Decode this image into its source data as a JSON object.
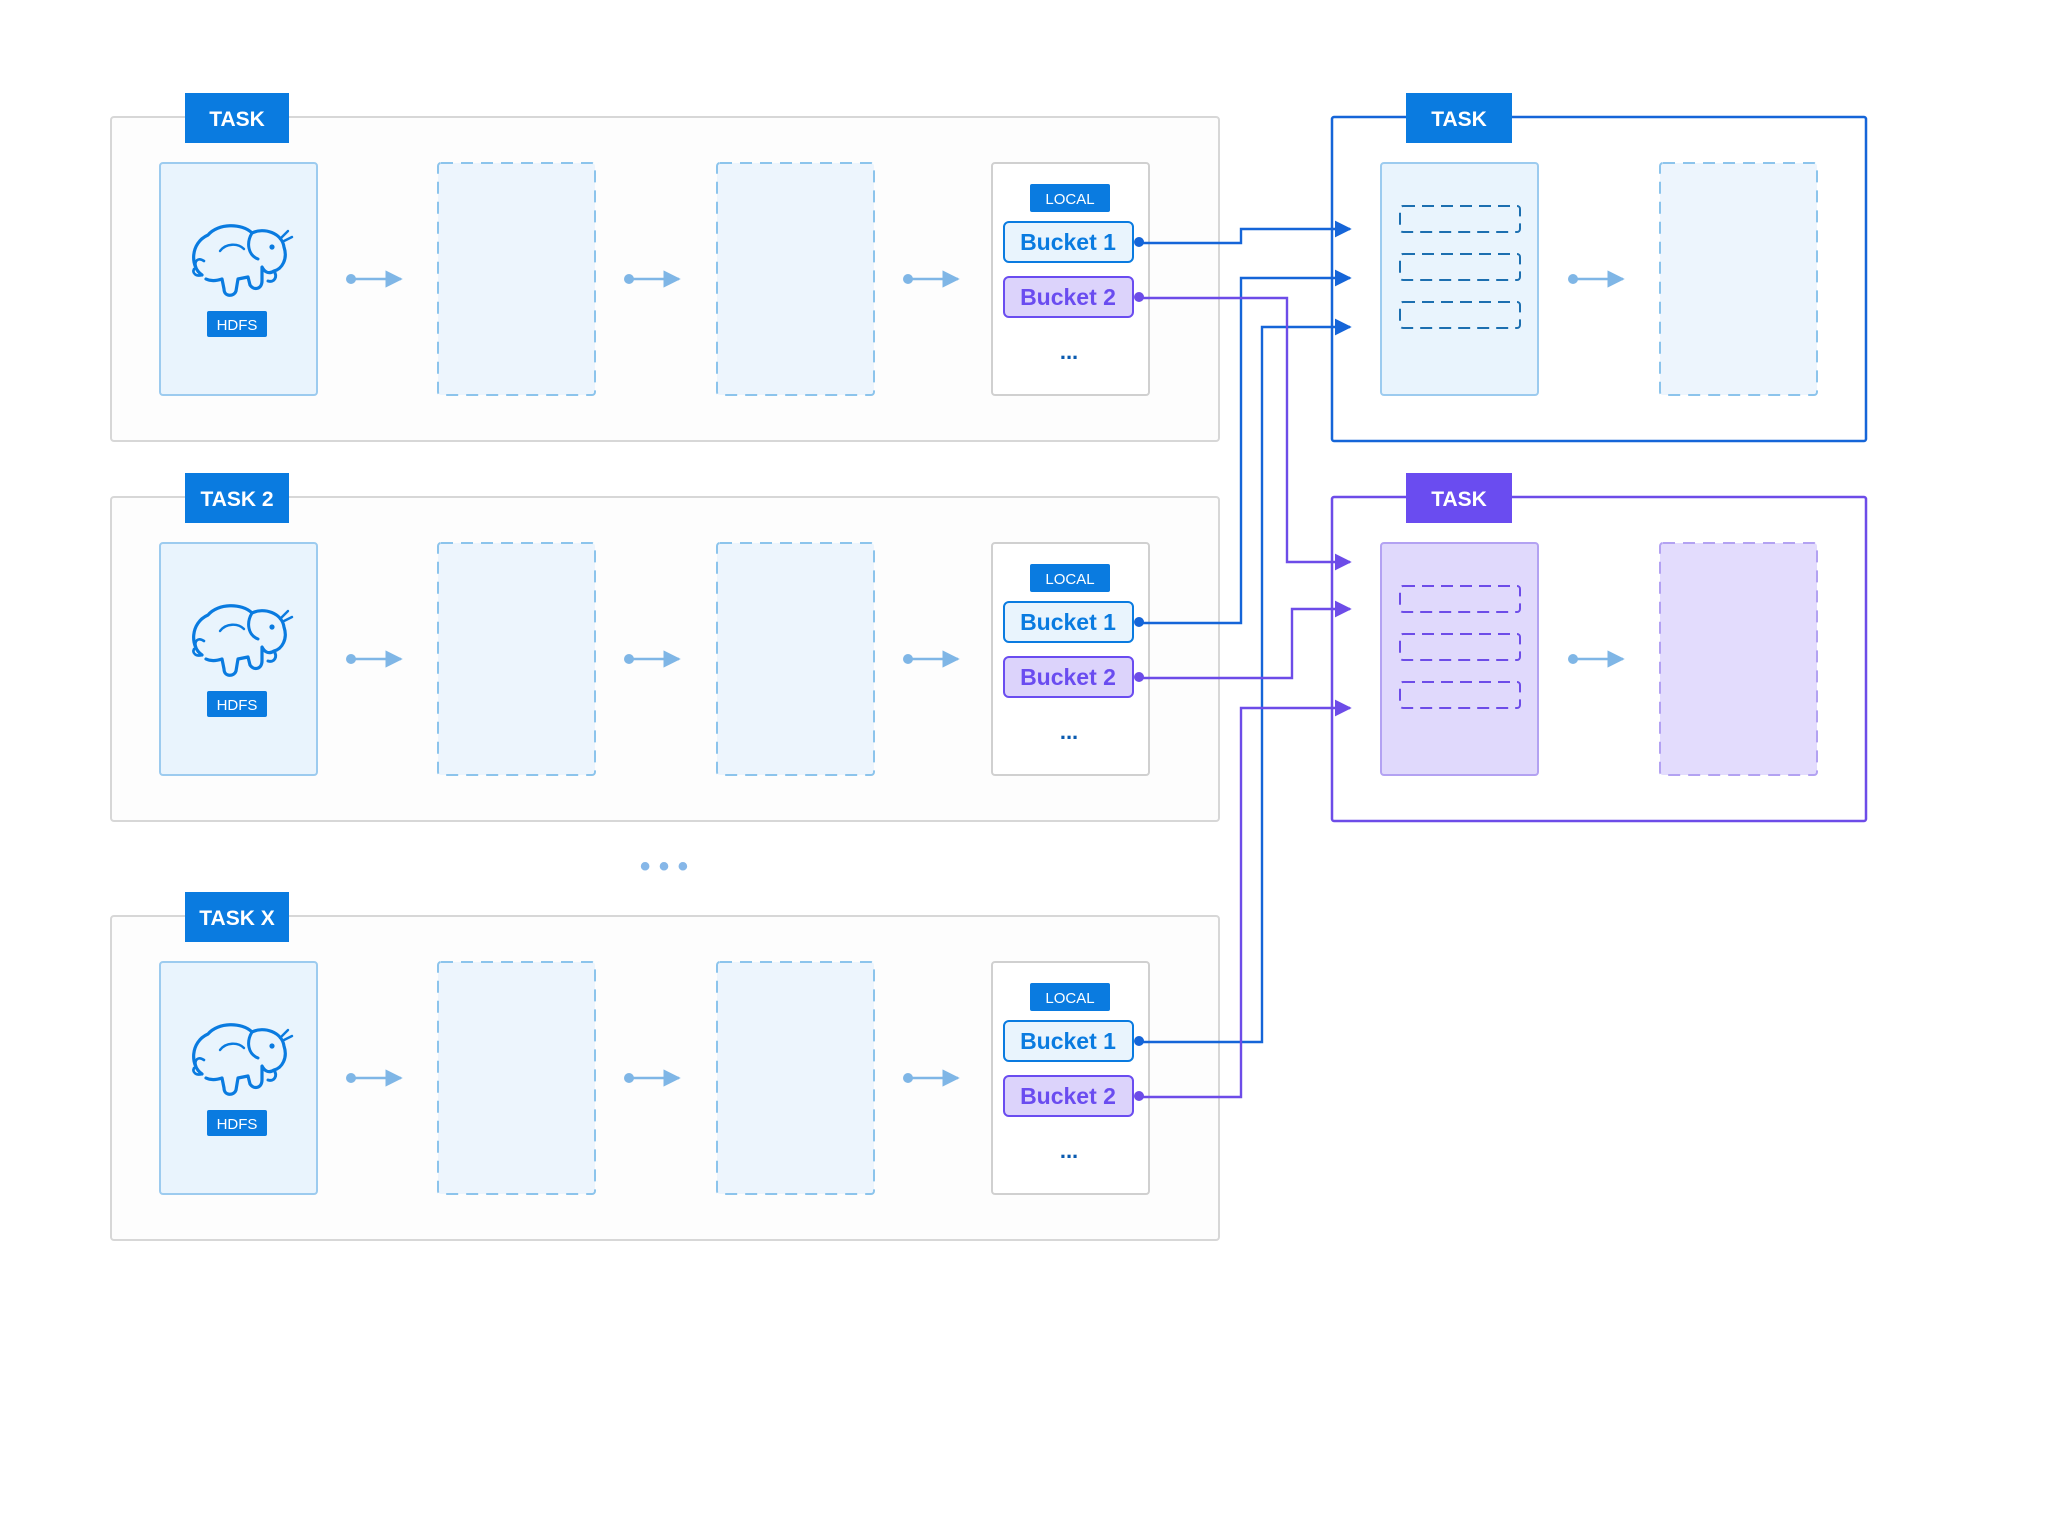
{
  "colors": {
    "blue": "#0a7be0",
    "blue_line": "#1565d8",
    "purple": "#6a4cf0",
    "purple_line": "#6d4ce8",
    "panel_fill": "#e9f4fd",
    "panel_stroke": "#9ccbef",
    "purple_fill": "#e0d9fc",
    "purple_stroke": "#b3a2f2",
    "border_gray": "#d7d7d7"
  },
  "source_tasks": [
    {
      "label": "TASK",
      "hdfs_label": "HDFS",
      "local_label": "LOCAL",
      "bucket1": "Bucket 1",
      "bucket2": "Bucket 2",
      "more": "..."
    },
    {
      "label": "TASK 2",
      "hdfs_label": "HDFS",
      "local_label": "LOCAL",
      "bucket1": "Bucket 1",
      "bucket2": "Bucket 2",
      "more": "..."
    },
    {
      "label": "TASK X",
      "hdfs_label": "HDFS",
      "local_label": "LOCAL",
      "bucket1": "Bucket 1",
      "bucket2": "Bucket 2",
      "more": "..."
    }
  ],
  "target_tasks": [
    {
      "label": "TASK",
      "color": "blue"
    },
    {
      "label": "TASK",
      "color": "purple"
    }
  ],
  "ellipsis": "• • •",
  "icons": {
    "hdfs": "hadoop-elephant-icon",
    "arrow": "arrow-right-icon"
  },
  "connections": [
    {
      "from_task": 1,
      "bucket": 1,
      "to_target": 1
    },
    {
      "from_task": 2,
      "bucket": 1,
      "to_target": 1
    },
    {
      "from_task": 3,
      "bucket": 1,
      "to_target": 1
    },
    {
      "from_task": 1,
      "bucket": 2,
      "to_target": 2
    },
    {
      "from_task": 2,
      "bucket": 2,
      "to_target": 2
    },
    {
      "from_task": 3,
      "bucket": 2,
      "to_target": 2
    }
  ]
}
